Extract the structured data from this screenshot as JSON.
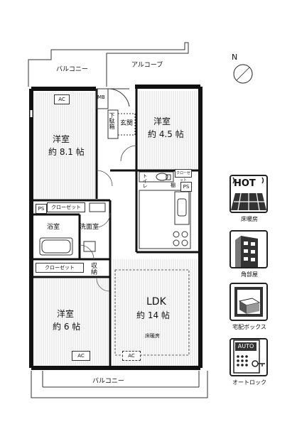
{
  "plan": {
    "balcony_top": "バルコニー",
    "alcove": "アルコーブ",
    "balcony_bottom": "バルコニー",
    "entrance": "玄関",
    "shoe_box": "下駄箱",
    "mb": "MB",
    "toilet": "トイレ",
    "shelf": "棚",
    "closet_short": "クローゼット",
    "ps": "PS",
    "ac": "AC",
    "floor_heating": "床暖房",
    "storage": "収納",
    "bath": "浴室",
    "washroom": "洗面室",
    "rooms": {
      "room_a_name": "洋室",
      "room_a_size": "約 8.1 帖",
      "room_b_name": "洋室",
      "room_b_size": "約 4.5 帖",
      "room_c_name": "洋室",
      "room_c_size": "約 6 帖",
      "ldk_name": "LDK",
      "ldk_size": "約 14 帖"
    },
    "compass": "N"
  },
  "features": [
    {
      "label": "床暖房",
      "icon": "floor-heating-icon",
      "badge": "HOT"
    },
    {
      "label": "角部屋",
      "icon": "corner-room-icon"
    },
    {
      "label": "宅配ボックス",
      "icon": "delivery-box-icon"
    },
    {
      "label": "オートロック",
      "icon": "auto-lock-icon",
      "badge": "AUTO"
    }
  ]
}
